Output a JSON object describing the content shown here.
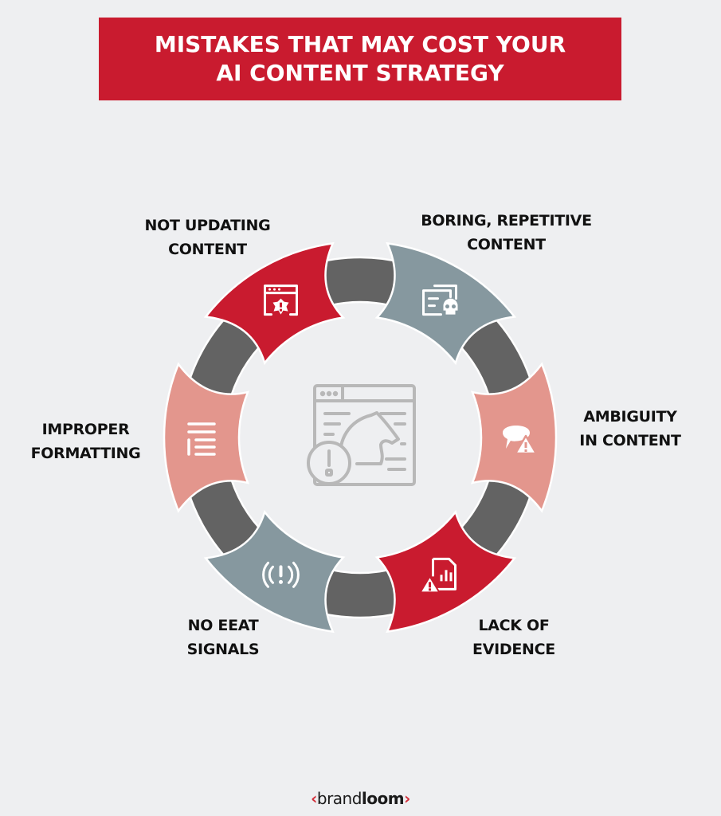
{
  "header": {
    "title_line1": "MISTAKES THAT MAY COST YOUR",
    "title_line2": "AI CONTENT STRATEGY",
    "background_color": "#c91b2f"
  },
  "colors": {
    "background": "#eeeff1",
    "ring_band": "#636363",
    "red": "#c91b2f",
    "blue_gray": "#86989f",
    "salmon": "#e3968d",
    "center_icon": "#b5b5b5"
  },
  "center": {
    "icon": "browser-window-chess-knight-warning-icon"
  },
  "segments": [
    {
      "id": "not-updating",
      "line1": "NOT UPDATING",
      "line2": "CONTENT",
      "color": "red",
      "icon": "browser-window-gear-alert-icon",
      "angle": -120
    },
    {
      "id": "boring-repetitive",
      "line1": "BORING, REPETITIVE",
      "line2": "CONTENT",
      "color": "blue_gray",
      "icon": "document-skull-icon",
      "angle": -60
    },
    {
      "id": "ambiguity",
      "line1": "AMBIGUITY",
      "line2": "IN CONTENT",
      "color": "salmon",
      "icon": "chat-bubble-warning-icon",
      "angle": 0
    },
    {
      "id": "lack-of-evidence",
      "line1": "LACK OF",
      "line2": "EVIDENCE",
      "color": "red",
      "icon": "report-chart-warning-icon",
      "angle": 60
    },
    {
      "id": "no-eeat",
      "line1": "NO EEAT",
      "line2": "SIGNALS",
      "color": "blue_gray",
      "icon": "signal-alert-icon",
      "angle": 120
    },
    {
      "id": "improper-formatting",
      "line1": "IMPROPER",
      "line2": "FORMATTING",
      "color": "salmon",
      "icon": "text-list-icon",
      "angle": 180
    }
  ],
  "footer": {
    "logo_left_chevron": "‹",
    "logo_light": "brand",
    "logo_bold": "loom",
    "logo_right_chevron": "›"
  }
}
